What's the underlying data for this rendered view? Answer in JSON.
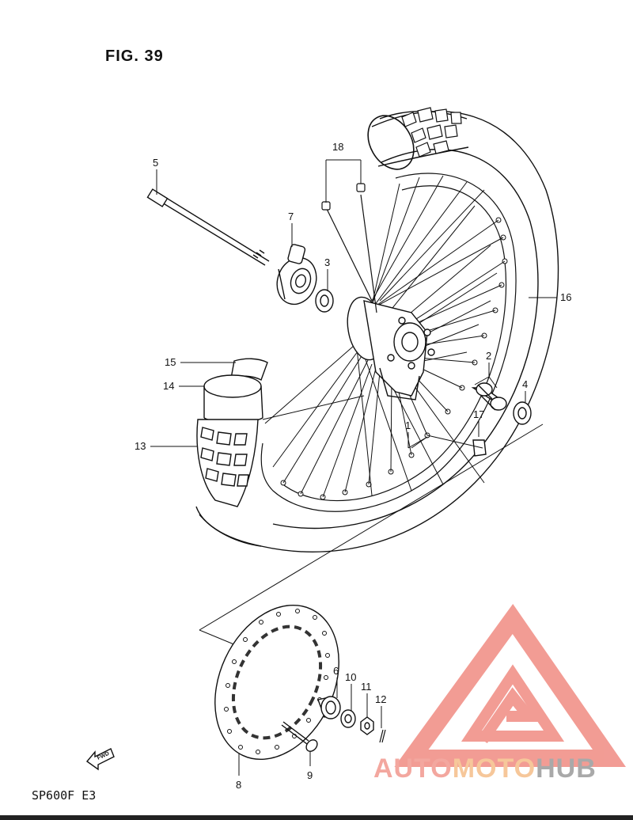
{
  "figure": {
    "title": "FIG. 39",
    "model": "SP600F E3",
    "fwd_label": "FWD"
  },
  "watermark": {
    "brand_part1": "AUTO",
    "brand_part2": "MOTO",
    "brand_part3": "HUB",
    "color_red": "#f08b82",
    "color_orange": "#f6c79a",
    "color_gray": "#a9a9a9"
  },
  "parts": {
    "p1": "1",
    "p2": "2",
    "p3": "3",
    "p4": "4",
    "p5": "5",
    "p6": "6",
    "p7": "7",
    "p8": "8",
    "p9": "9",
    "p10": "10",
    "p11": "11",
    "p12": "12",
    "p13": "13",
    "p14": "14",
    "p15": "15",
    "p16": "16",
    "p17": "17",
    "p18": "18"
  }
}
